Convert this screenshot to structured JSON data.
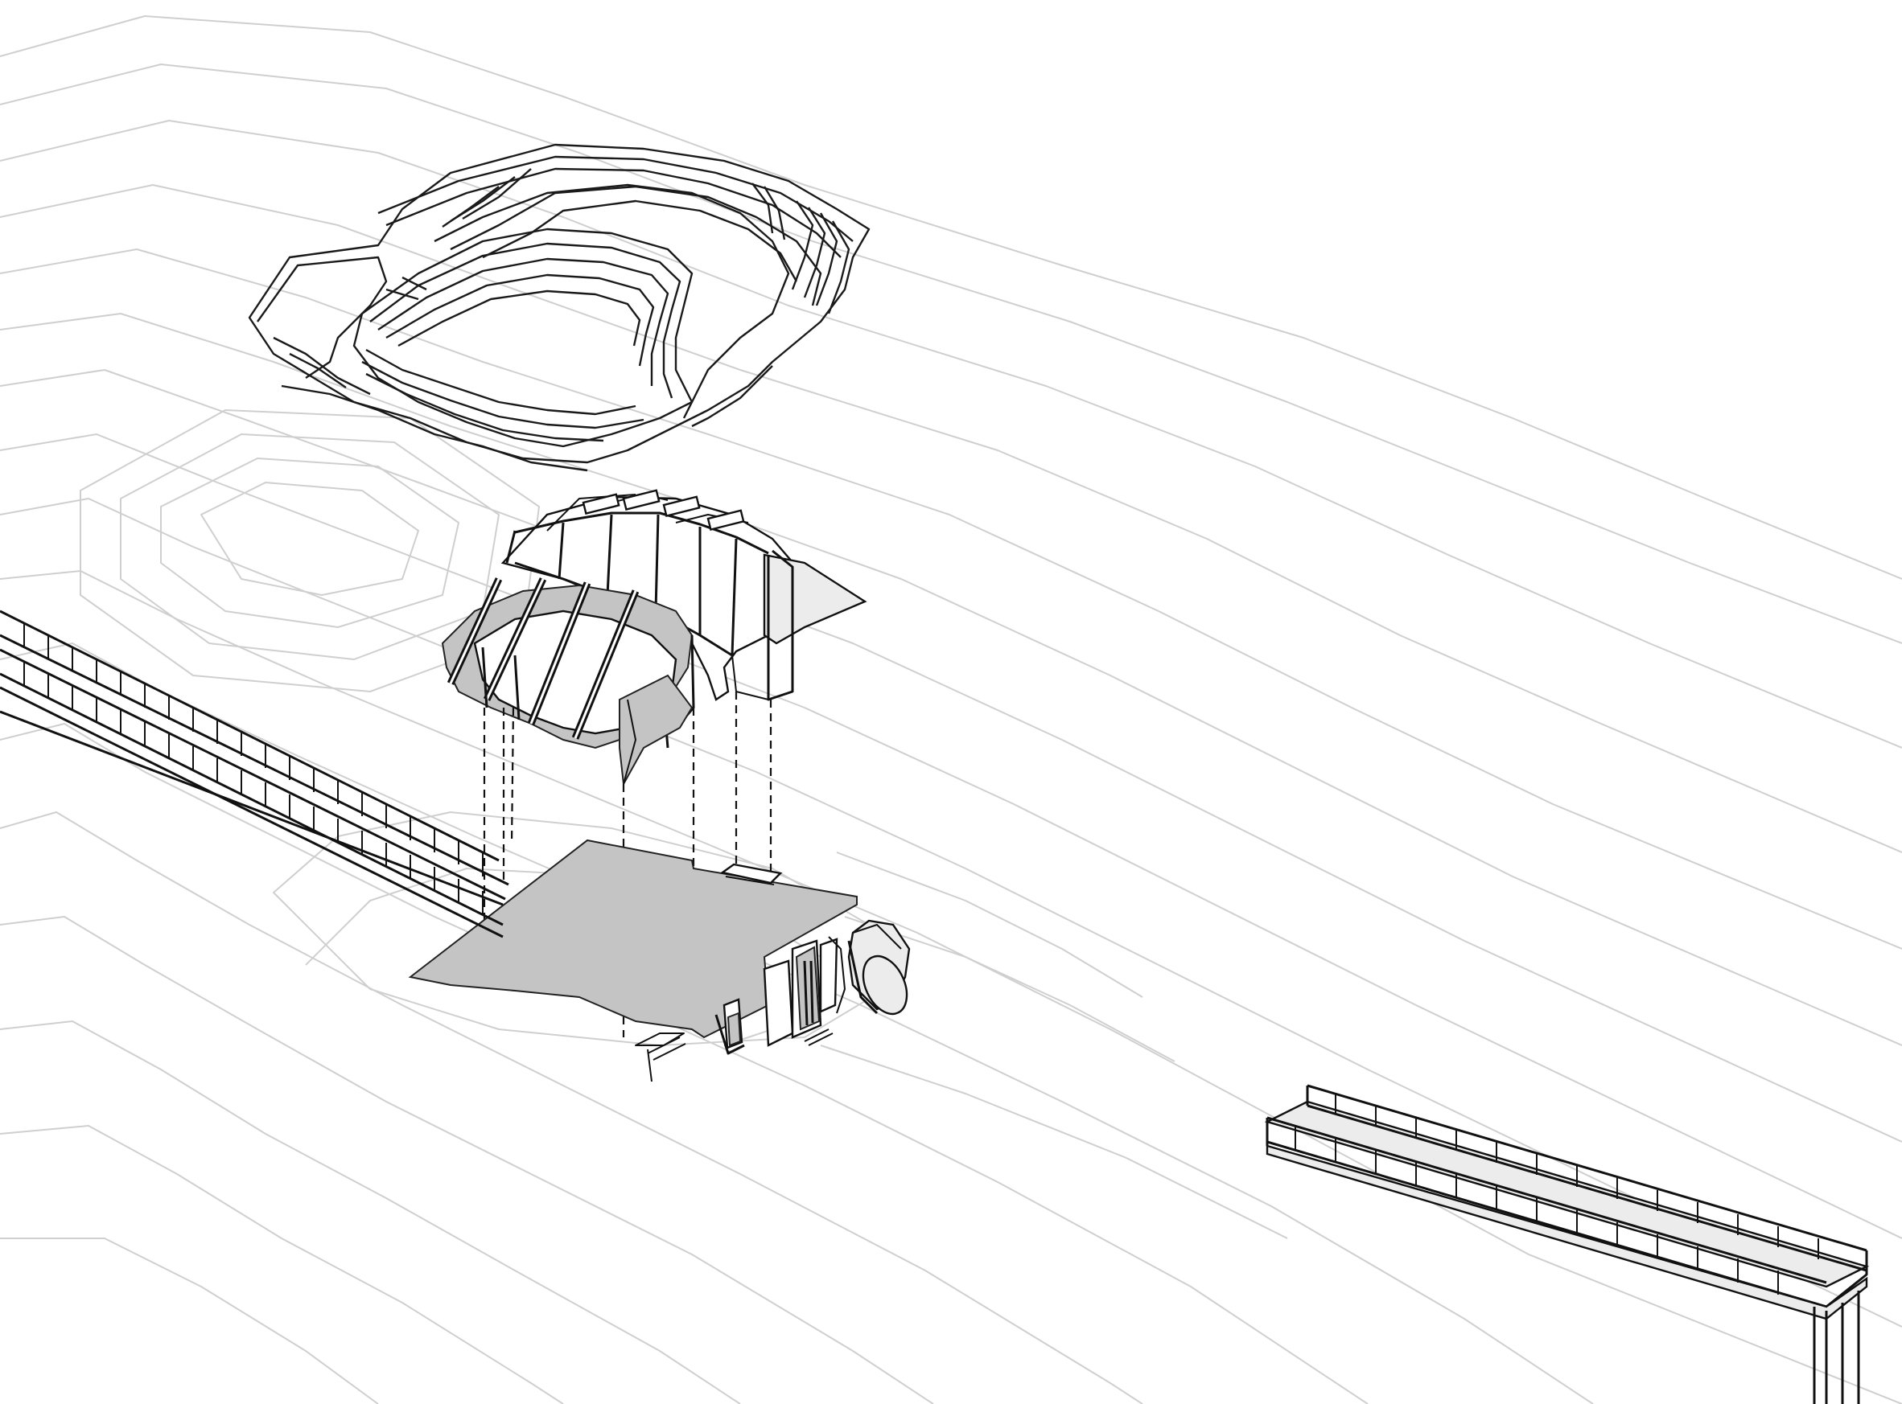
{
  "diagram": {
    "kind": "exploded axonometric site drawing",
    "colors": {
      "background": "#ffffff",
      "contour": "#cfcfcf",
      "ink": "#111111",
      "slab": "#c4c4c4"
    },
    "components": [
      "site-contours",
      "terrain-mound",
      "roof-structure",
      "floor-slab",
      "tunnel-entrance",
      "walkway-bridge-left",
      "walkway-bridge-right",
      "projection-lines"
    ]
  }
}
